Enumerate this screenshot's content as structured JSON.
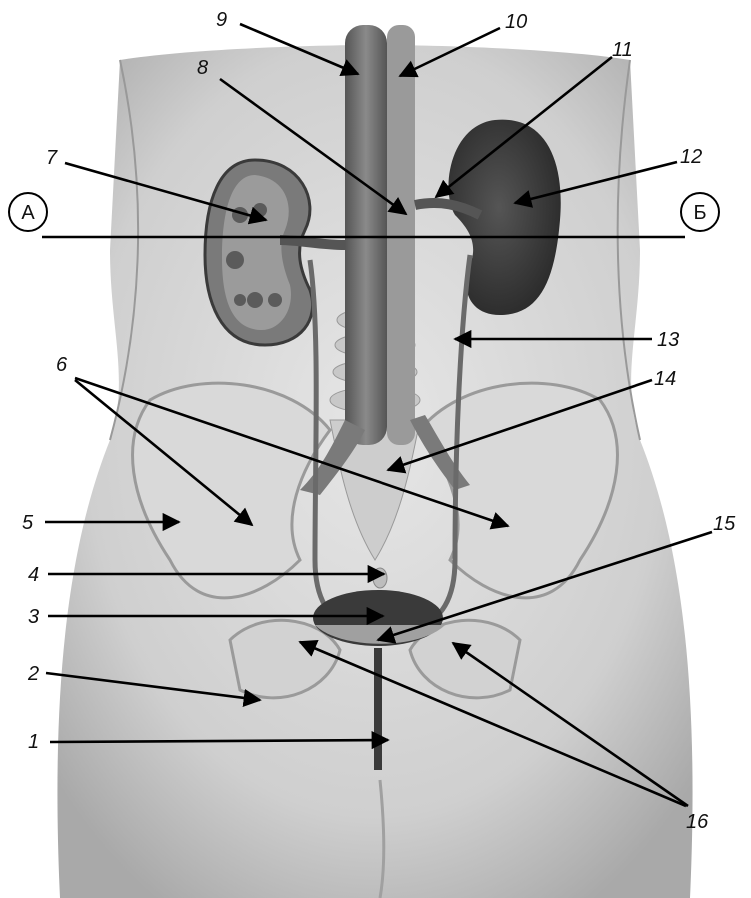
{
  "labels": {
    "n1": "1",
    "n2": "2",
    "n3": "3",
    "n4": "4",
    "n5": "5",
    "n6": "6",
    "n7": "7",
    "n8": "8",
    "n9": "9",
    "n10": "10",
    "n11": "11",
    "n12": "12",
    "n13": "13",
    "n14": "14",
    "n15": "15",
    "n16": "16"
  },
  "section_markers": {
    "left": "А",
    "right": "Б"
  },
  "colors": {
    "body_light": "#d6d6d6",
    "body_mid": "#b5b5b5",
    "organ_dark": "#3c3c3c",
    "vessel": "#6e6e6e",
    "line": "#000000"
  }
}
